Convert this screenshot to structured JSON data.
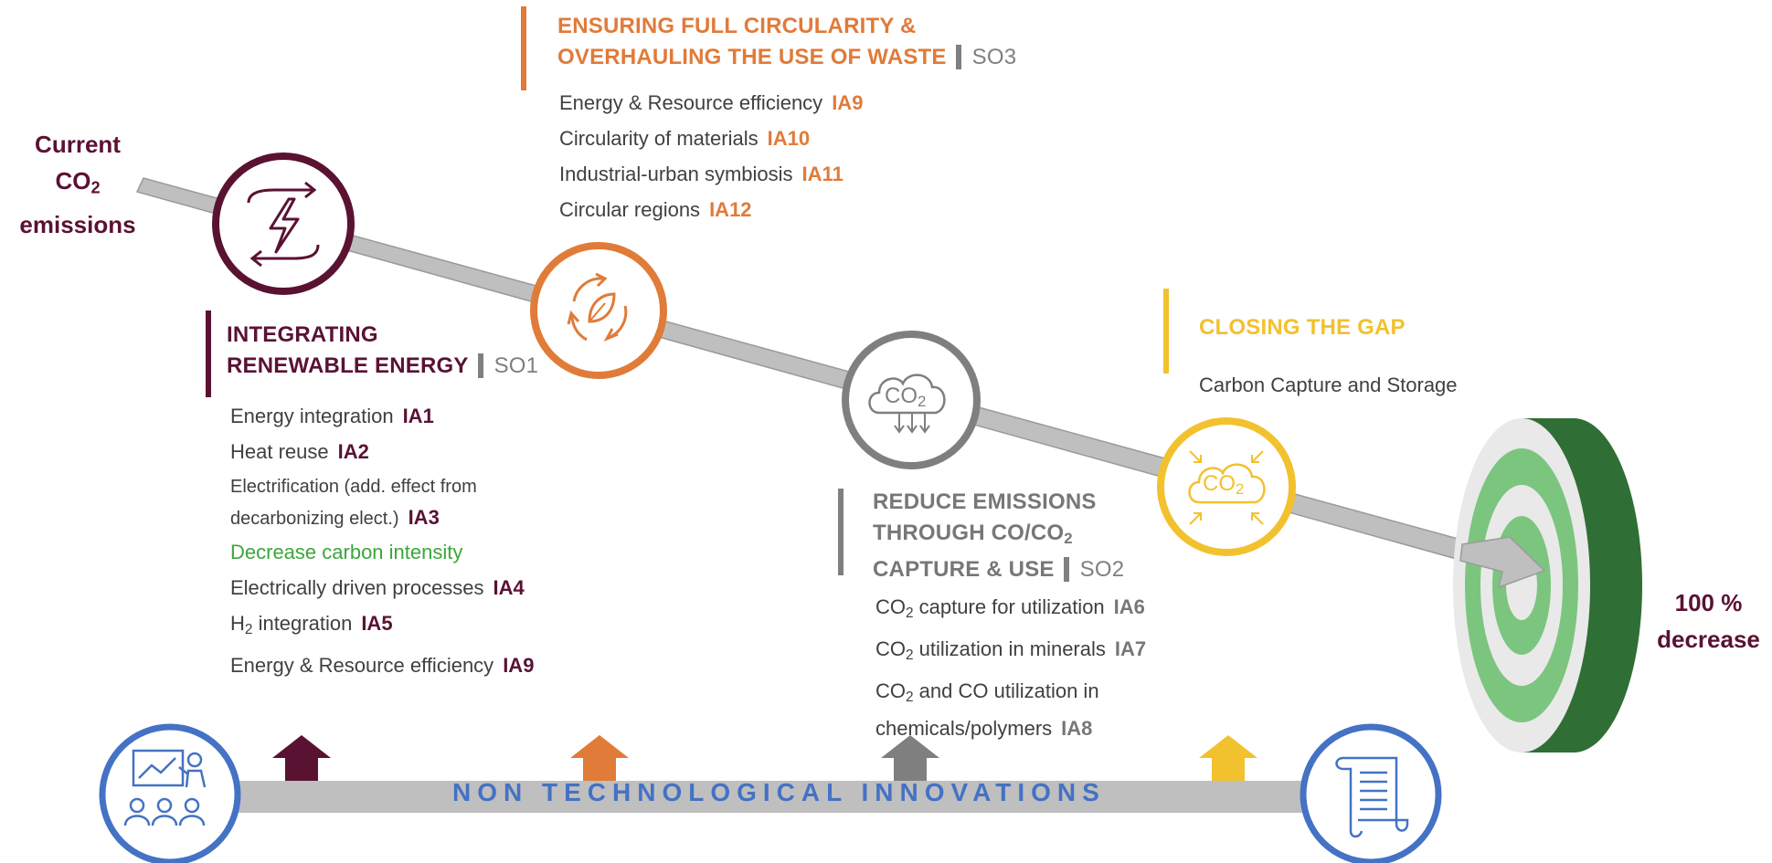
{
  "start_label": {
    "line1": "Current",
    "line2a": "CO",
    "line2sub": "2",
    "line3": "emissions"
  },
  "end_label": {
    "line1": "100 %",
    "line2": "decrease"
  },
  "so3": {
    "title_line1": "ENSURING FULL CIRCULARITY &",
    "title_line2": "OVERHAULING THE USE OF WASTE",
    "code": "SO3",
    "items": [
      {
        "label": "Energy & Resource efficiency",
        "code": "IA9"
      },
      {
        "label": "Circularity of materials",
        "code": "IA10"
      },
      {
        "label": "Industrial-urban symbiosis",
        "code": "IA11"
      },
      {
        "label": "Circular regions",
        "code": "IA12"
      }
    ]
  },
  "so1": {
    "title_line1": "INTEGRATING",
    "title_line2": "RENEWABLE ENERGY",
    "code": "SO1",
    "items": [
      {
        "label": "Energy integration",
        "code": "IA1"
      },
      {
        "label": "Heat reuse",
        "code": "IA2"
      },
      {
        "label_line1": "Electrification (add. effect from",
        "label_line2": "decarbonizing elect.)",
        "code": "IA3"
      },
      {
        "label": "Decrease carbon intensity"
      },
      {
        "label": "Electrically driven processes",
        "code": "IA4"
      },
      {
        "label_a": "H",
        "label_sub": "2",
        "label_b": " integration",
        "code": "IA5"
      },
      {
        "label": "Energy & Resource efficiency",
        "code": "IA9"
      }
    ]
  },
  "so2": {
    "title_line1": "REDUCE EMISSIONS",
    "title_line2a": "THROUGH CO/CO",
    "title_line2sub": "2",
    "title_line3": "CAPTURE & USE",
    "code": "SO2",
    "items": [
      {
        "label_a": "CO",
        "label_sub": "2",
        "label_b": " capture for utilization",
        "code": "IA6"
      },
      {
        "label_a": "CO",
        "label_sub": "2",
        "label_b": " utilization in minerals",
        "code": "IA7"
      },
      {
        "label_a": "CO",
        "label_sub": "2",
        "label_b": " and CO utilization in",
        "label_line2": "chemicals/polymers",
        "code": "IA8"
      }
    ]
  },
  "gap": {
    "title": "CLOSING THE GAP",
    "item": "Carbon Capture and Storage"
  },
  "icons": {
    "co2_text": "CO",
    "co2_sub": "2"
  },
  "bottom_banner": "NON TECHNOLOGICAL INNOVATIONS",
  "colors": {
    "dark": "#5a1233",
    "orange": "#e07b39",
    "gray": "#7f7f7f",
    "yellow": "#f2c12e",
    "green_text": "#3aa73a",
    "blue": "#4472c4",
    "arrow_gray": "#bfbfbf"
  }
}
